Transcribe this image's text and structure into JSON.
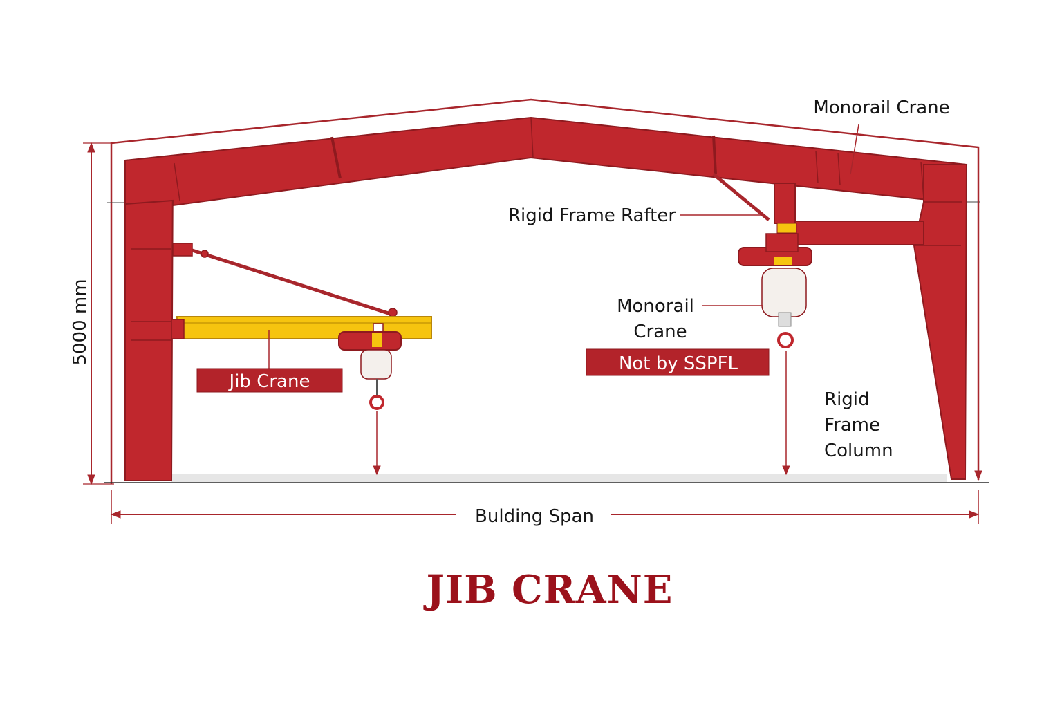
{
  "title": "JIB CRANE",
  "labels": {
    "monorail_crane_top": "Monorail Crane",
    "rigid_frame_rafter": "Rigid Frame Rafter",
    "monorail_crane_line1": "Monorail",
    "monorail_crane_line2": "Crane",
    "rigid_frame_column_line1": "Rigid",
    "rigid_frame_column_line2": "Frame",
    "rigid_frame_column_line3": "Column",
    "building_span": "Bulding Span",
    "height": "5000 mm"
  },
  "tags": {
    "jib_crane": "Jib Crane",
    "not_by_sspfl": "Not by SSPFL"
  },
  "colors": {
    "frame_red": "#c0272d",
    "frame_dark": "#8e1a1f",
    "jib_yellow": "#f6c40f",
    "tag_red": "#b3232a",
    "title_red": "#9b111b"
  }
}
